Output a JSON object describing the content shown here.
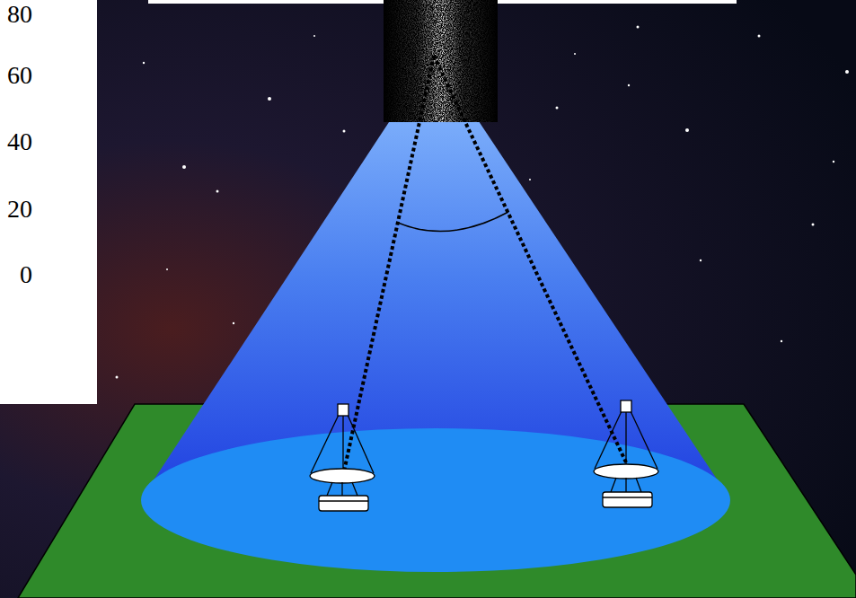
{
  "diagram": {
    "labels": [
      "80",
      "60",
      "40",
      "20",
      "0"
    ]
  }
}
